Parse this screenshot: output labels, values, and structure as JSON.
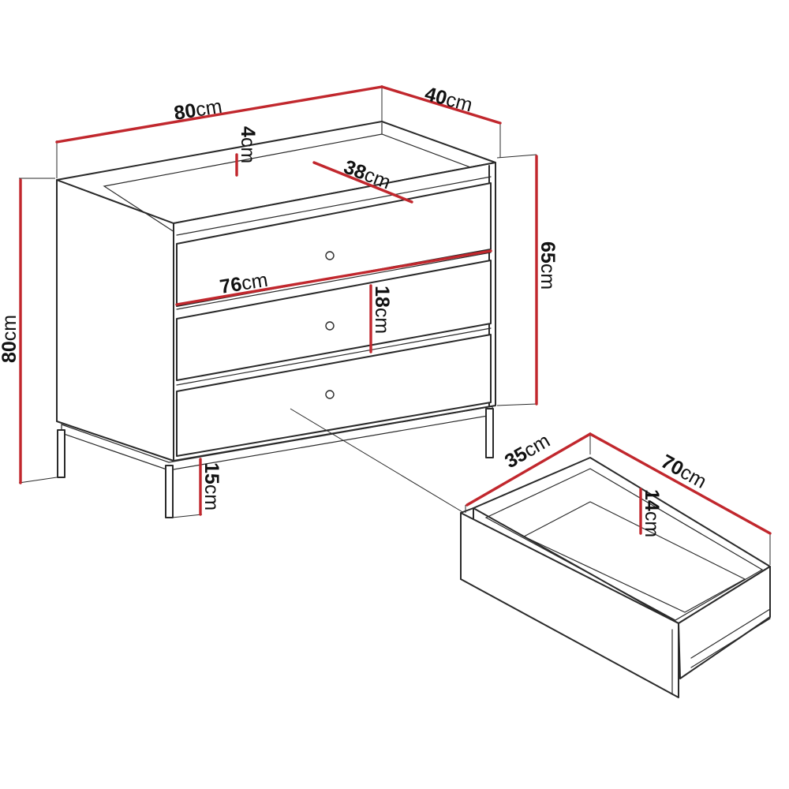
{
  "colors": {
    "dimension_line": "#c1272d",
    "outline": "#2a2a2a",
    "text": "#111111",
    "background": "#ffffff"
  },
  "dimensions": {
    "width": {
      "value": "80",
      "unit": "cm"
    },
    "depth": {
      "value": "40",
      "unit": "cm"
    },
    "top_rim": {
      "value": "4",
      "unit": "cm"
    },
    "top_depth": {
      "value": "38",
      "unit": "cm"
    },
    "inner_width": {
      "value": "76",
      "unit": "cm"
    },
    "drawer_front": {
      "value": "18",
      "unit": "cm"
    },
    "body_height": {
      "value": "65",
      "unit": "cm"
    },
    "total_height": {
      "value": "80",
      "unit": "cm"
    },
    "leg_height": {
      "value": "15",
      "unit": "cm"
    },
    "drawer_depth": {
      "value": "35",
      "unit": "cm"
    },
    "drawer_width": {
      "value": "70",
      "unit": "cm"
    },
    "drawer_height": {
      "value": "14",
      "unit": "cm"
    }
  }
}
